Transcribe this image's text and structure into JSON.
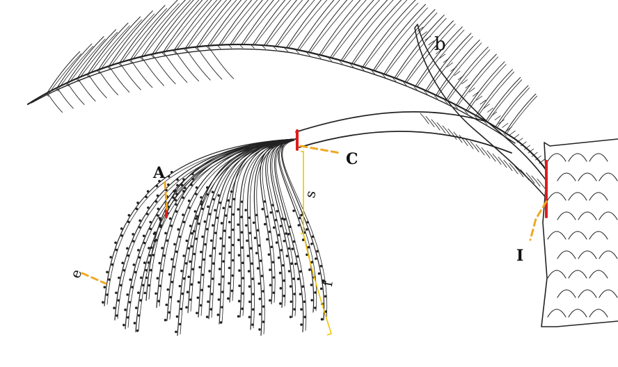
{
  "labels": {
    "a": "A",
    "b": "b",
    "c": "C",
    "e": "e",
    "f": "f",
    "i": "I",
    "s": "s"
  },
  "colors": {
    "ink": "#222222",
    "marker": "#e01b1b",
    "leader": "#f0a820",
    "bracket": "#f2c400"
  }
}
